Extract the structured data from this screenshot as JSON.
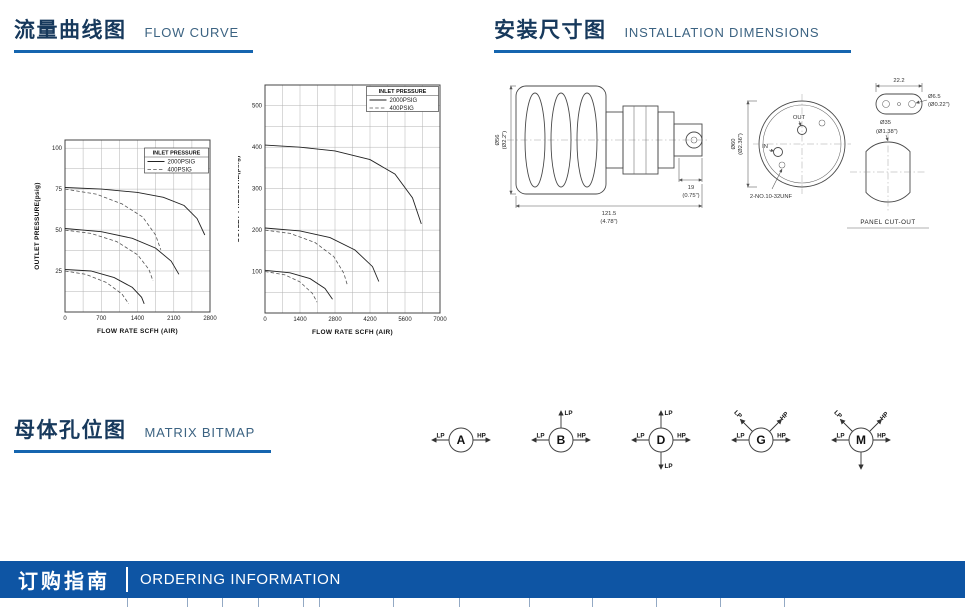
{
  "theme": {
    "accent": "#1565af",
    "banner_bg": "#0e55a4",
    "heading_color": "#17395c",
    "heading_sub_color": "#3c6382",
    "drawing_ink": "#4a4a4a"
  },
  "sections": {
    "flow_curve": {
      "title_zh": "流量曲线图",
      "title_en": "FLOW CURVE"
    },
    "installation": {
      "title_zh": "安装尺寸图",
      "title_en": "INSTALLATION DIMENSIONS"
    },
    "matrix": {
      "title_zh": "母体孔位图",
      "title_en": "MATRIX BITMAP"
    },
    "ordering": {
      "title_zh": "订购指南",
      "title_en": "ORDERING INFORMATION"
    }
  },
  "chart_data": [
    {
      "type": "line",
      "title": "",
      "xlabel": "FLOW RATE SCFH (AIR)",
      "ylabel": "OUTLET PRESSURE(psig)",
      "xlim": [
        0,
        2800
      ],
      "ylim": [
        0,
        105
      ],
      "xticks": [
        0,
        700,
        1400,
        2100,
        2800
      ],
      "yticks": [
        25,
        50,
        75,
        100
      ],
      "x_minor": 350,
      "y_minor": 12.5,
      "grid": true,
      "legend_title": "INLET PRESSURE",
      "legend_position": "top-right",
      "legend": [
        {
          "label": "2000PSIG",
          "style": "solid"
        },
        {
          "label": "400PSIG",
          "style": "dashed"
        }
      ],
      "series": [
        {
          "name": "2000PSIG set 75",
          "style": "solid",
          "points": [
            [
              0,
              76
            ],
            [
              700,
              75
            ],
            [
              1400,
              73
            ],
            [
              1900,
              70
            ],
            [
              2300,
              65
            ],
            [
              2550,
              57
            ],
            [
              2700,
              47
            ]
          ]
        },
        {
          "name": "400PSIG set 75",
          "style": "dashed",
          "points": [
            [
              0,
              75
            ],
            [
              600,
              72
            ],
            [
              1100,
              66
            ],
            [
              1500,
              58
            ],
            [
              1750,
              47
            ],
            [
              1850,
              38
            ]
          ]
        },
        {
          "name": "2000PSIG set 50",
          "style": "solid",
          "points": [
            [
              0,
              51
            ],
            [
              700,
              49
            ],
            [
              1300,
              45
            ],
            [
              1750,
              39
            ],
            [
              2050,
              31
            ],
            [
              2200,
              23
            ]
          ]
        },
        {
          "name": "400PSIG set 50",
          "style": "dashed",
          "points": [
            [
              0,
              50
            ],
            [
              500,
              48
            ],
            [
              1000,
              43
            ],
            [
              1400,
              35
            ],
            [
              1620,
              26
            ],
            [
              1700,
              19
            ]
          ]
        },
        {
          "name": "2000PSIG set 25",
          "style": "solid",
          "points": [
            [
              0,
              26
            ],
            [
              500,
              25
            ],
            [
              950,
              21
            ],
            [
              1300,
              15
            ],
            [
              1480,
              9
            ],
            [
              1530,
              5
            ]
          ]
        },
        {
          "name": "400PSIG set 25",
          "style": "dashed",
          "points": [
            [
              0,
              25
            ],
            [
              400,
              23
            ],
            [
              800,
              18
            ],
            [
              1100,
              11
            ],
            [
              1230,
              5
            ]
          ]
        }
      ]
    },
    {
      "type": "line",
      "title": "",
      "xlabel": "FLOW RATE SCFH (AIR)",
      "ylabel": "OUTLET PRESSURE(psig)",
      "xlim": [
        0,
        7000
      ],
      "ylim": [
        0,
        550
      ],
      "xticks": [
        0,
        1400,
        2800,
        4200,
        5600,
        7000
      ],
      "yticks": [
        100,
        200,
        300,
        400,
        500
      ],
      "x_minor": 700,
      "y_minor": 50,
      "grid": true,
      "legend_title": "INLET PRESSURE",
      "legend_position": "top-right",
      "legend": [
        {
          "label": "2000PSIG",
          "style": "solid"
        },
        {
          "label": "400PSIG",
          "style": "dashed"
        }
      ],
      "series": [
        {
          "name": "2000PSIG set 400",
          "style": "solid",
          "points": [
            [
              0,
              405
            ],
            [
              1400,
              400
            ],
            [
              2800,
              391
            ],
            [
              4200,
              370
            ],
            [
              5200,
              335
            ],
            [
              5900,
              278
            ],
            [
              6250,
              215
            ]
          ]
        },
        {
          "name": "2000PSIG set 200",
          "style": "solid",
          "points": [
            [
              0,
              205
            ],
            [
              1400,
              198
            ],
            [
              2600,
              182
            ],
            [
              3600,
              152
            ],
            [
              4300,
              112
            ],
            [
              4550,
              76
            ]
          ]
        },
        {
          "name": "400PSIG set 200",
          "style": "dashed",
          "points": [
            [
              0,
              200
            ],
            [
              1000,
              192
            ],
            [
              2000,
              170
            ],
            [
              2750,
              136
            ],
            [
              3150,
              96
            ],
            [
              3300,
              66
            ]
          ]
        },
        {
          "name": "2000PSIG set 100",
          "style": "solid",
          "points": [
            [
              0,
              103
            ],
            [
              1000,
              97
            ],
            [
              1800,
              83
            ],
            [
              2400,
              59
            ],
            [
              2700,
              33
            ]
          ]
        },
        {
          "name": "400PSIG set 100",
          "style": "dashed",
          "points": [
            [
              0,
              100
            ],
            [
              800,
              92
            ],
            [
              1400,
              75
            ],
            [
              1900,
              47
            ],
            [
              2080,
              26
            ]
          ]
        }
      ]
    }
  ],
  "installation": {
    "labels": {
      "dia_knob": "Ø56",
      "dia_knob_in": "(Ø2.2\")",
      "dia_body": "Ø60",
      "dia_body_in": "(Ø2.36\")",
      "len_total": "121.5",
      "len_total_in": "(4.78\")",
      "len_port": "19",
      "len_port_in": "(0.75\")",
      "thread": "2-NO.10-32UNF",
      "out": "OUT",
      "in": "IN",
      "dia_hole": "Ø6.5",
      "dia_hole_in": "(Ø0.22\")",
      "bracket_w": "22.2",
      "dia_panel": "Ø35",
      "dia_panel_in": "(Ø1.38\")",
      "panel_cutout": "PANEL CUT-OUT"
    }
  },
  "matrix": {
    "configs": [
      {
        "letter": "A",
        "ports": [
          {
            "dir": "left",
            "label": "LP"
          },
          {
            "dir": "right",
            "label": "HP"
          }
        ]
      },
      {
        "letter": "B",
        "ports": [
          {
            "dir": "up",
            "label": "LP"
          },
          {
            "dir": "left",
            "label": "LP"
          },
          {
            "dir": "right",
            "label": "HP"
          }
        ]
      },
      {
        "letter": "D",
        "ports": [
          {
            "dir": "up",
            "label": "LP"
          },
          {
            "dir": "left",
            "label": "LP"
          },
          {
            "dir": "right",
            "label": "HP"
          },
          {
            "dir": "down",
            "label": "LP"
          }
        ]
      },
      {
        "letter": "G",
        "ports": [
          {
            "dir": "up-left",
            "label": "LP"
          },
          {
            "dir": "up-right",
            "label": "HP"
          },
          {
            "dir": "left",
            "label": "LP"
          },
          {
            "dir": "right",
            "label": "HP"
          }
        ]
      },
      {
        "letter": "M",
        "ports": [
          {
            "dir": "up-left",
            "label": "LP"
          },
          {
            "dir": "up-right",
            "label": "HP"
          },
          {
            "dir": "left",
            "label": "LP"
          },
          {
            "dir": "right",
            "label": "HP"
          },
          {
            "dir": "down",
            "label": ""
          }
        ]
      }
    ]
  },
  "footer_table": {
    "columns": 14
  }
}
